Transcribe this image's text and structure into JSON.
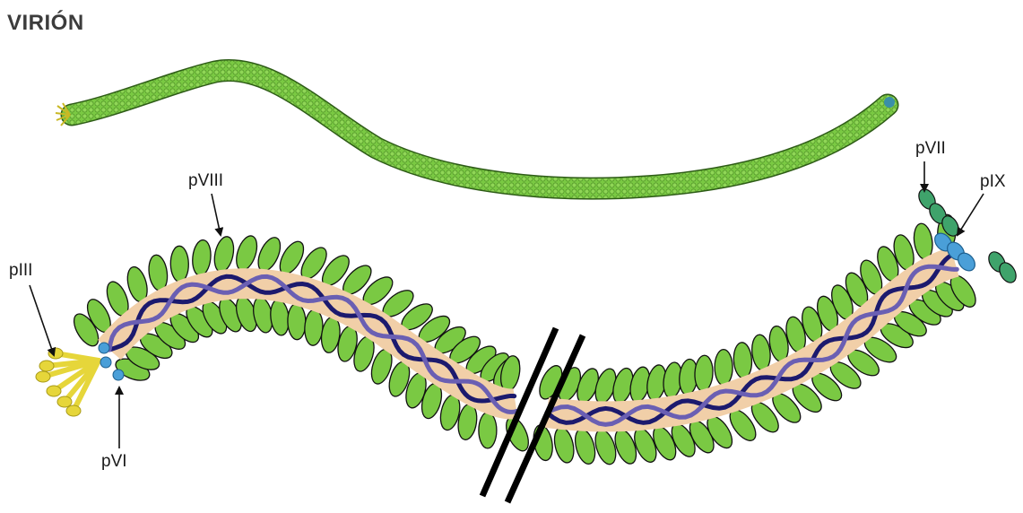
{
  "title": "VIRIÓN",
  "labels": {
    "p8": "pVIII",
    "p3": "pIII",
    "p6": "pVI",
    "p7": "pVII",
    "p9": "pIX"
  },
  "colors": {
    "coat": "#7ac943",
    "coat_dark": "#5aa02c",
    "outline": "#111111",
    "core": "#f1cfa8",
    "dna_dark": "#1c1a6e",
    "dna_light": "#6a5fb3",
    "p3": "#e6d63a",
    "p6": "#4a9fd8",
    "p7": "#3fa36b",
    "p9": "#4a9fd8",
    "break": "#000000"
  },
  "icons": {
    "break_mark": "double-slash",
    "arrow": "arrow"
  }
}
